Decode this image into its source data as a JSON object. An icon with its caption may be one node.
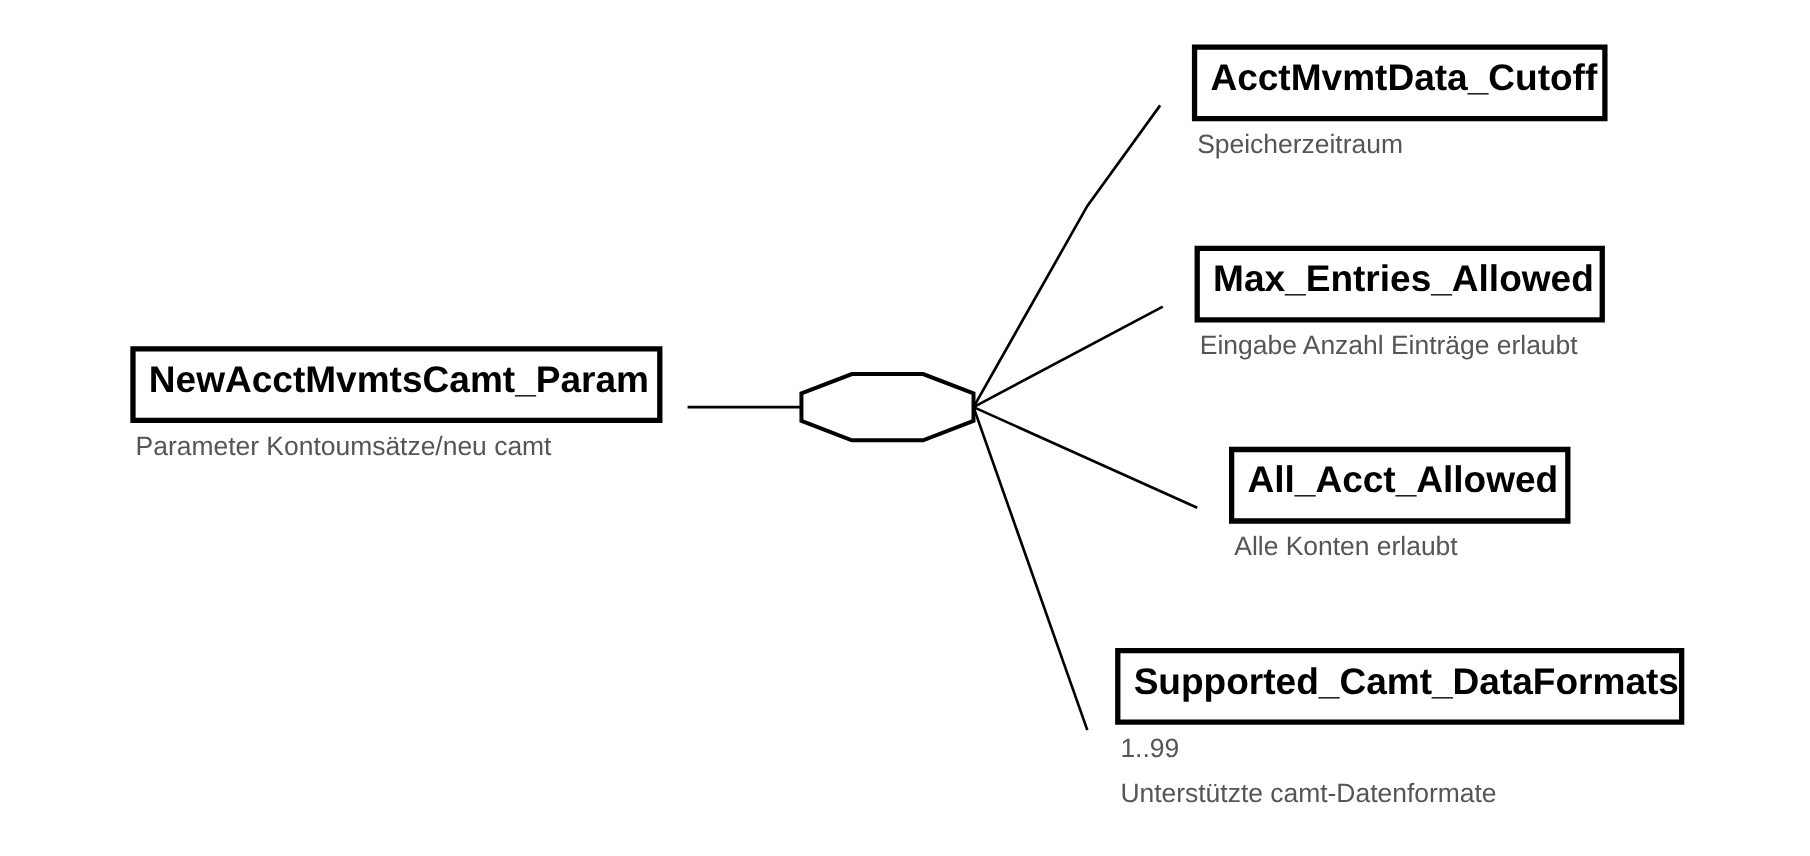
{
  "diagram": {
    "nodes": [
      {
        "text": [
          "NewAcctMvmtsCamt_Param"
        ],
        "beside": [
          "Parameter Kontoumsätze/neu camt"
        ]
      },
      {
        "text": [],
        "shape": "octagon"
      },
      {
        "text": [
          "AcctMvmtData_Cutoff"
        ],
        "beside": [
          "Speicherzeitraum"
        ]
      },
      {
        "text": [
          "Max_Entries_Allowed"
        ],
        "beside": [
          "Eingabe Anzahl Einträge erlaubt"
        ]
      },
      {
        "text": [
          "All_Acct_Allowed"
        ],
        "beside": [
          "Alle Konten erlaubt"
        ]
      },
      {
        "text": [
          "Supported_Camt_DataFormats"
        ],
        "beside": [
          "1..99",
          "Unterstützte camt-Datenformate"
        ]
      }
    ],
    "edges": [
      {
        "from": 0,
        "to": 1,
        "arrow": "none"
      },
      {
        "from": 1,
        "to": 2,
        "arrow": "none"
      },
      {
        "from": 1,
        "to": 3,
        "arrow": "none"
      },
      {
        "from": 1,
        "to": 4,
        "arrow": "none"
      },
      {
        "from": 1,
        "to": 5,
        "arrow": "none"
      }
    ]
  }
}
